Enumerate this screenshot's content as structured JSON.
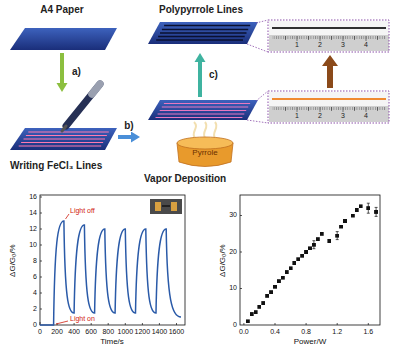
{
  "diagram": {
    "nodes": [
      {
        "text": [
          "A4 Paper"
        ]
      },
      {
        "text": [
          "Writing FeCl₃ Lines"
        ]
      },
      {
        "text": [
          "Vapor Deposition"
        ]
      },
      {
        "text": [
          "Polypyrrole Lines"
        ]
      }
    ],
    "edges": [
      {
        "from": 0,
        "to": 1,
        "label": "a)",
        "arrow": "to"
      },
      {
        "from": 1,
        "to": 2,
        "label": "b)",
        "arrow": "to"
      },
      {
        "from": 2,
        "to": 3,
        "label": "c)",
        "arrow": "to"
      }
    ],
    "labels": [
      "Pyrrole",
      "1",
      "2",
      "3",
      "4",
      "1",
      "2",
      "3",
      "4",
      "Light off",
      "Light on",
      "ΔG/G₀/%",
      "Time/s",
      "0",
      "2",
      "4",
      "6",
      "8",
      "10",
      "12",
      "14",
      "16",
      "0",
      "200",
      "400",
      "600",
      "800",
      "1000",
      "1200",
      "1400",
      "1600",
      "ΔG/G₀/%",
      "Power/W",
      "0",
      "10",
      "20",
      "30",
      "0.0",
      "0.4",
      "0.8",
      "1.2",
      "1.6"
    ]
  }
}
